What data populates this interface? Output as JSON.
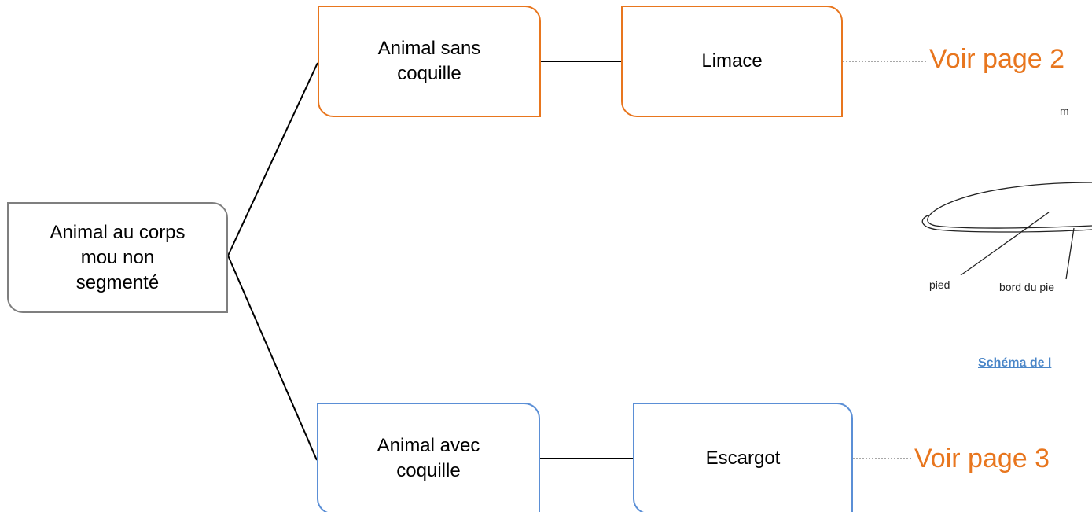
{
  "colors": {
    "root_border": "#7f7f7f",
    "no_shell_border": "#e8761e",
    "with_shell_border": "#5b8fd6",
    "link_text": "#e8761e",
    "caption": "#4a86c8",
    "connector": "#000000"
  },
  "nodes": {
    "root": "Animal au corps\nmou non\nsegmenté",
    "no_shell": "Animal sans\ncoquille",
    "slug": "Limace",
    "with_shell": "Animal avec\ncoquille",
    "snail": "Escargot"
  },
  "links": {
    "page2": "Voir page 2",
    "page3": "Voir page 3"
  },
  "schema": {
    "label_foot": "pied",
    "label_foot_edge": "bord du pie",
    "label_top": "m",
    "caption": "Schéma de l"
  }
}
